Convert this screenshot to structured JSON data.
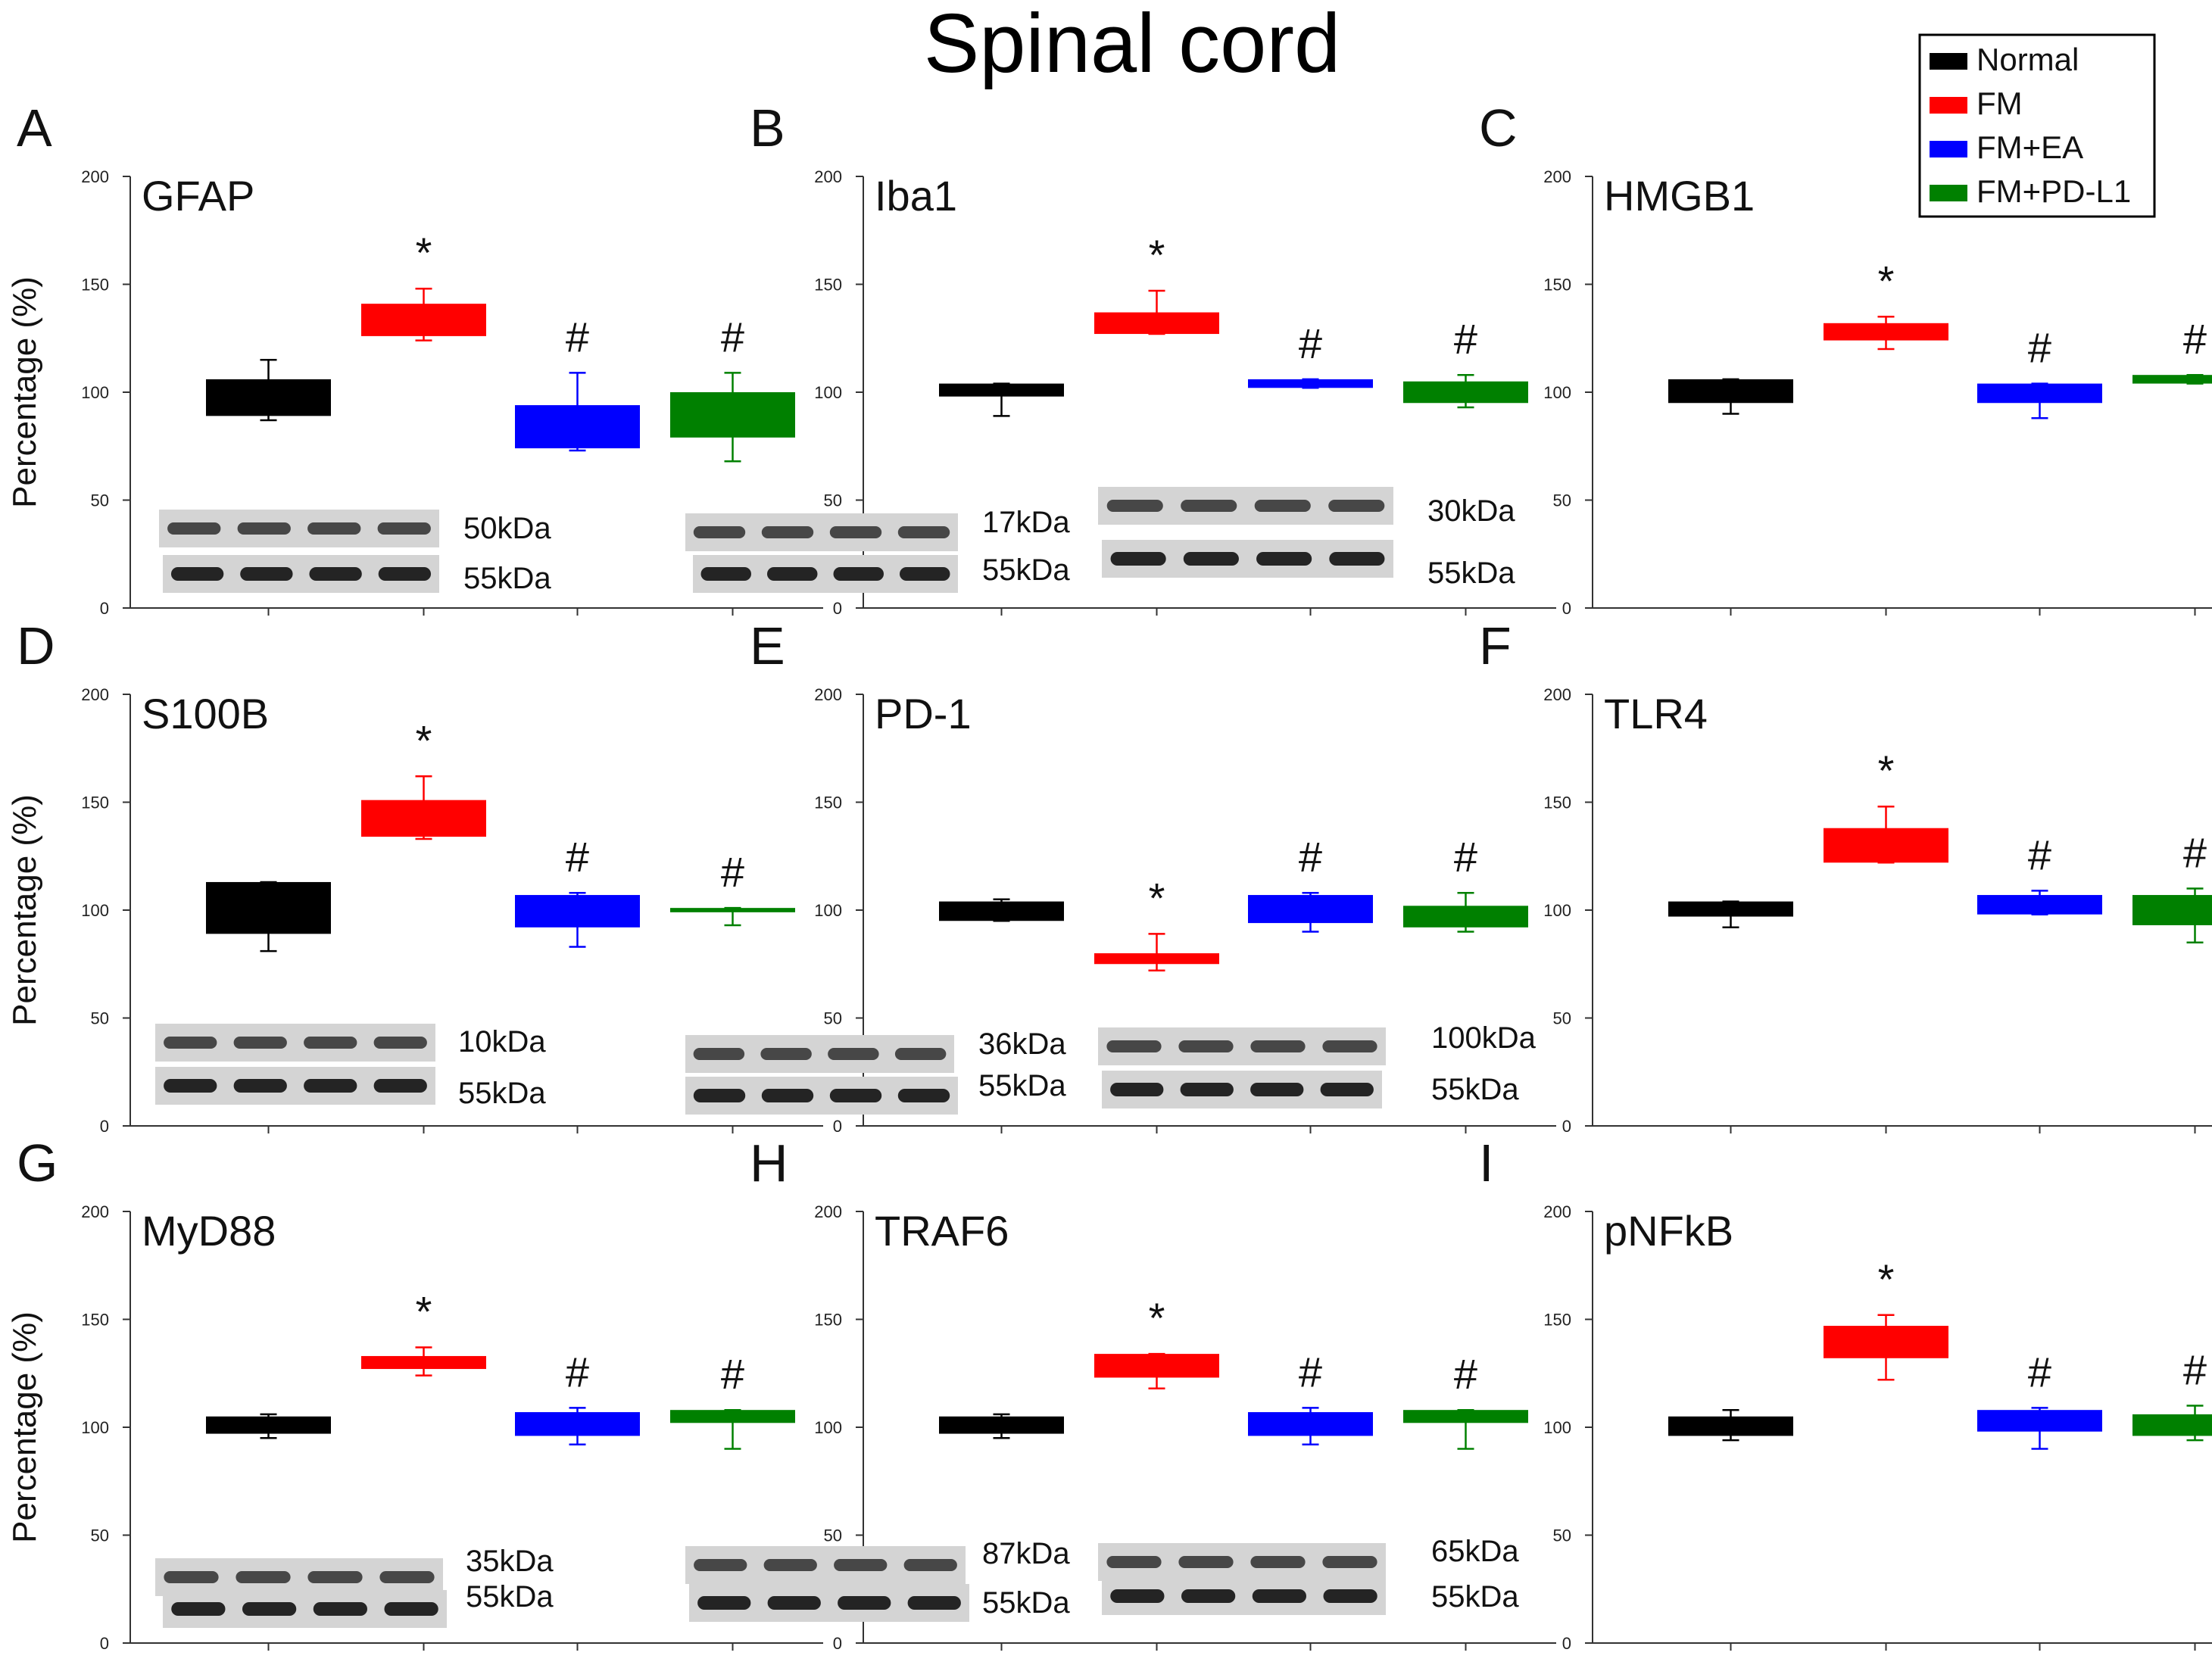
{
  "title": "Spinal cord",
  "colors": {
    "Normal": "#000000",
    "FM": "#ff0000",
    "FM+EA": "#0000ff",
    "FM+PD-L1": "#008000"
  },
  "legend": [
    "Normal",
    "FM",
    "FM+EA",
    "FM+PD-L1"
  ],
  "chart_data": [
    {
      "type": "bar",
      "letter": "A",
      "title": "GFAP",
      "ylabel": "Percentage (%)",
      "ylim": [
        0,
        200
      ],
      "yticks": [
        0,
        50,
        100,
        150,
        200
      ],
      "categories": [
        "Normal",
        "FM",
        "FM+EA",
        "FM+PD-L1"
      ],
      "box_low": [
        89,
        126,
        74,
        79
      ],
      "box_high": [
        106,
        141,
        94,
        100
      ],
      "err_low": [
        87,
        124,
        73,
        68
      ],
      "err_high": [
        115,
        148,
        109,
        109
      ],
      "annotations": [
        "",
        "*",
        "#",
        "#"
      ],
      "blot_labels": [
        "50kDa",
        "55kDa"
      ]
    },
    {
      "type": "bar",
      "letter": "B",
      "title": "Iba1",
      "ylabel": "",
      "ylim": [
        0,
        200
      ],
      "yticks": [
        0,
        50,
        100,
        150,
        200
      ],
      "categories": [
        "Normal",
        "FM",
        "FM+EA",
        "FM+PD-L1"
      ],
      "box_low": [
        98,
        127,
        102,
        95
      ],
      "box_high": [
        104,
        137,
        106,
        105
      ],
      "err_low": [
        89,
        127,
        102,
        93
      ],
      "err_high": [
        104,
        147,
        106,
        108
      ],
      "annotations": [
        "",
        "*",
        "#",
        "#"
      ],
      "blot_labels": [
        "17kDa",
        "55kDa"
      ]
    },
    {
      "type": "bar",
      "letter": "C",
      "title": "HMGB1",
      "ylabel": "",
      "ylim": [
        0,
        200
      ],
      "yticks": [
        0,
        50,
        100,
        150,
        200
      ],
      "categories": [
        "Normal",
        "FM",
        "FM+EA",
        "FM+PD-L1"
      ],
      "box_low": [
        95,
        124,
        95,
        104
      ],
      "box_high": [
        106,
        132,
        104,
        108
      ],
      "err_low": [
        90,
        120,
        88,
        104
      ],
      "err_high": [
        106,
        135,
        104,
        108
      ],
      "annotations": [
        "",
        "*",
        "#",
        "#"
      ],
      "blot_labels": [
        "30kDa",
        "55kDa"
      ]
    },
    {
      "type": "bar",
      "letter": "D",
      "title": "S100B",
      "ylabel": "Percentage (%)",
      "ylim": [
        0,
        200
      ],
      "yticks": [
        0,
        50,
        100,
        150,
        200
      ],
      "categories": [
        "Normal",
        "FM",
        "FM+EA",
        "FM+PD-L1"
      ],
      "box_low": [
        89,
        134,
        92,
        99
      ],
      "box_high": [
        113,
        151,
        107,
        101
      ],
      "err_low": [
        81,
        133,
        83,
        93
      ],
      "err_high": [
        113,
        162,
        108,
        101
      ],
      "annotations": [
        "",
        "*",
        "#",
        "#"
      ],
      "blot_labels": [
        "10kDa",
        "55kDa"
      ]
    },
    {
      "type": "bar",
      "letter": "E",
      "title": "PD-1",
      "ylabel": "",
      "ylim": [
        0,
        200
      ],
      "yticks": [
        0,
        50,
        100,
        150,
        200
      ],
      "categories": [
        "Normal",
        "FM",
        "FM+EA",
        "FM+PD-L1"
      ],
      "box_low": [
        95,
        75,
        94,
        92
      ],
      "box_high": [
        104,
        80,
        107,
        102
      ],
      "err_low": [
        95,
        72,
        90,
        90
      ],
      "err_high": [
        105,
        89,
        108,
        108
      ],
      "annotations": [
        "",
        "*",
        "#",
        "#"
      ],
      "blot_labels": [
        "36kDa",
        "55kDa"
      ]
    },
    {
      "type": "bar",
      "letter": "F",
      "title": "TLR4",
      "ylabel": "",
      "ylim": [
        0,
        200
      ],
      "yticks": [
        0,
        50,
        100,
        150,
        200
      ],
      "categories": [
        "Normal",
        "FM",
        "FM+EA",
        "FM+PD-L1"
      ],
      "box_low": [
        97,
        122,
        98,
        93
      ],
      "box_high": [
        104,
        138,
        107,
        107
      ],
      "err_low": [
        92,
        122,
        98,
        85
      ],
      "err_high": [
        104,
        148,
        109,
        110
      ],
      "annotations": [
        "",
        "*",
        "#",
        "#"
      ],
      "blot_labels": [
        "100kDa",
        "55kDa"
      ]
    },
    {
      "type": "bar",
      "letter": "G",
      "title": "MyD88",
      "ylabel": "Percentage (%)",
      "ylim": [
        0,
        200
      ],
      "yticks": [
        0,
        50,
        100,
        150,
        200
      ],
      "categories": [
        "Normal",
        "FM",
        "FM+EA",
        "FM+PD-L1"
      ],
      "box_low": [
        97,
        127,
        96,
        102
      ],
      "box_high": [
        105,
        133,
        107,
        108
      ],
      "err_low": [
        95,
        124,
        92,
        90
      ],
      "err_high": [
        106,
        137,
        109,
        108
      ],
      "annotations": [
        "",
        "*",
        "#",
        "#"
      ],
      "blot_labels": [
        "35kDa",
        "55kDa"
      ]
    },
    {
      "type": "bar",
      "letter": "H",
      "title": "TRAF6",
      "ylabel": "",
      "ylim": [
        0,
        200
      ],
      "yticks": [
        0,
        50,
        100,
        150,
        200
      ],
      "categories": [
        "Normal",
        "FM",
        "FM+EA",
        "FM+PD-L1"
      ],
      "box_low": [
        97,
        123,
        96,
        102
      ],
      "box_high": [
        105,
        134,
        107,
        108
      ],
      "err_low": [
        95,
        118,
        92,
        90
      ],
      "err_high": [
        106,
        134,
        109,
        108
      ],
      "annotations": [
        "",
        "*",
        "#",
        "#"
      ],
      "blot_labels": [
        "87kDa",
        "55kDa"
      ]
    },
    {
      "type": "bar",
      "letter": "I",
      "title": "pNFkB",
      "ylabel": "",
      "ylim": [
        0,
        200
      ],
      "yticks": [
        0,
        50,
        100,
        150,
        200
      ],
      "categories": [
        "Normal",
        "FM",
        "FM+EA",
        "FM+PD-L1"
      ],
      "box_low": [
        96,
        132,
        98,
        96
      ],
      "box_high": [
        105,
        147,
        108,
        106
      ],
      "err_low": [
        94,
        122,
        90,
        94
      ],
      "err_high": [
        108,
        152,
        109,
        110
      ],
      "annotations": [
        "",
        "*",
        "#",
        "#"
      ],
      "blot_labels": [
        "65kDa",
        "55kDa"
      ]
    }
  ]
}
